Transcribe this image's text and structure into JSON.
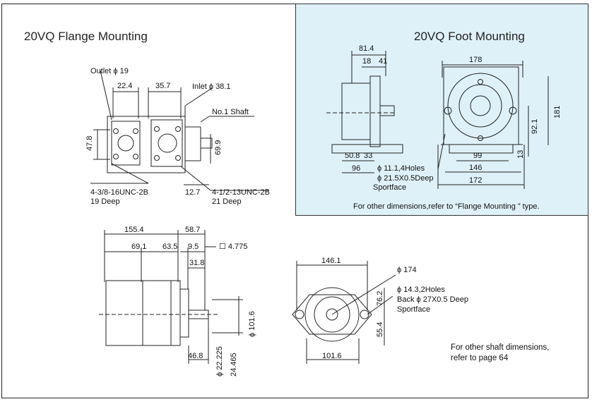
{
  "flange": {
    "title": "20VQ Flange Mounting",
    "outlet": "Outlet ϕ 19",
    "inlet": "Inlet ϕ 38.1",
    "shaft": "No.1 Shaft",
    "d224": "22.4",
    "d357": "35.7",
    "d478": "47.8",
    "d699": "69.9",
    "d127": "12.7",
    "thread1a": "4-3/8-16UNC-2B",
    "thread1b": "19 Deep",
    "thread2a": "4-1/2-13UNC-2B",
    "thread2b": "21 Deep"
  },
  "foot": {
    "title": "20VQ Foot Mounting",
    "d814": "81.4",
    "d18": "18",
    "d41": "41",
    "d508": "50.8",
    "d33": "33",
    "d96": "96",
    "d178": "178",
    "d181": "181",
    "d921": "92.1",
    "d13": "13",
    "d99": "99",
    "d146": "146",
    "d172": "172",
    "holes": "ϕ 11.1,4Holes",
    "spot1": "ϕ 21.5X0.5Deep",
    "spot2": "Sportface",
    "note": "For other  dimensions,refer to  “Flange Mounting ” type."
  },
  "side": {
    "d1554": "155.4",
    "d587": "58.7",
    "d691": "69.1",
    "d635": "63.5",
    "d95": "9.5",
    "sq": "☐ 4.775",
    "d318": "31.8",
    "d1016": "ϕ 101.6",
    "d468": "46.8",
    "d22225": "ϕ 22.225",
    "d24465": "24.465"
  },
  "front": {
    "d1461": "146.1",
    "d174": "ϕ 174",
    "holes": "ϕ 14.3,2Holes",
    "back": "Back ϕ 27X0.5 Deep",
    "spot": "Sportface",
    "d762": "76.2",
    "d554": "55.4",
    "d1016": "101.6"
  },
  "shaftnote": {
    "line1": "For other shaft dimensions,",
    "line2": "refer to page",
    "page": "64"
  }
}
